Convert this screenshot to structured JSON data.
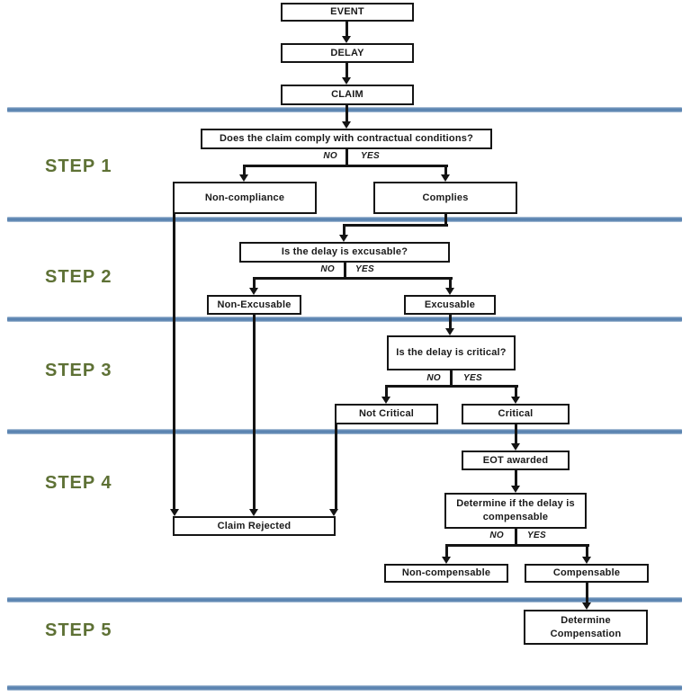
{
  "labels": {
    "no": "NO",
    "yes": "YES"
  },
  "steps": [
    {
      "label": "STEP 1"
    },
    {
      "label": "STEP 2"
    },
    {
      "label": "STEP 3"
    },
    {
      "label": "STEP 4"
    },
    {
      "label": "STEP 5"
    }
  ],
  "nodes": {
    "event": "EVENT",
    "delay": "DELAY",
    "claim": "CLAIM",
    "q1": "Does the claim comply with contractual conditions?",
    "non_compliance": "Non-compliance",
    "complies": "Complies",
    "q2": "Is the delay is excusable?",
    "non_excusable": "Non-Excusable",
    "excusable": "Excusable",
    "q3": "Is the delay is critical?",
    "not_critical": "Not Critical",
    "critical": "Critical",
    "eot_awarded": "EOT awarded",
    "q4": "Determine if the delay is compensable",
    "non_compensable": "Non-compensable",
    "compensable": "Compensable",
    "claim_rejected": "Claim Rejected",
    "determine_compensation": "Determine Compensation"
  },
  "edges": [
    {
      "from": "event",
      "to": "delay"
    },
    {
      "from": "delay",
      "to": "claim"
    },
    {
      "from": "claim",
      "to": "q1"
    },
    {
      "from": "q1",
      "to": "non_compliance",
      "label": "NO"
    },
    {
      "from": "q1",
      "to": "complies",
      "label": "YES"
    },
    {
      "from": "complies",
      "to": "q2"
    },
    {
      "from": "q2",
      "to": "non_excusable",
      "label": "NO"
    },
    {
      "from": "q2",
      "to": "excusable",
      "label": "YES"
    },
    {
      "from": "excusable",
      "to": "q3"
    },
    {
      "from": "q3",
      "to": "not_critical",
      "label": "NO"
    },
    {
      "from": "q3",
      "to": "critical",
      "label": "YES"
    },
    {
      "from": "critical",
      "to": "eot_awarded"
    },
    {
      "from": "eot_awarded",
      "to": "q4"
    },
    {
      "from": "q4",
      "to": "non_compensable",
      "label": "NO"
    },
    {
      "from": "q4",
      "to": "compensable",
      "label": "YES"
    },
    {
      "from": "non_compliance",
      "to": "claim_rejected"
    },
    {
      "from": "non_excusable",
      "to": "claim_rejected"
    },
    {
      "from": "not_critical",
      "to": "claim_rejected"
    },
    {
      "from": "compensable",
      "to": "determine_compensation"
    }
  ],
  "colors": {
    "separator_blue": "#5b84b1",
    "separator_blue_light": "#c3d2e2",
    "step_label_green": "#5e7135",
    "box_border": "#141414",
    "background": "#ffffff"
  }
}
